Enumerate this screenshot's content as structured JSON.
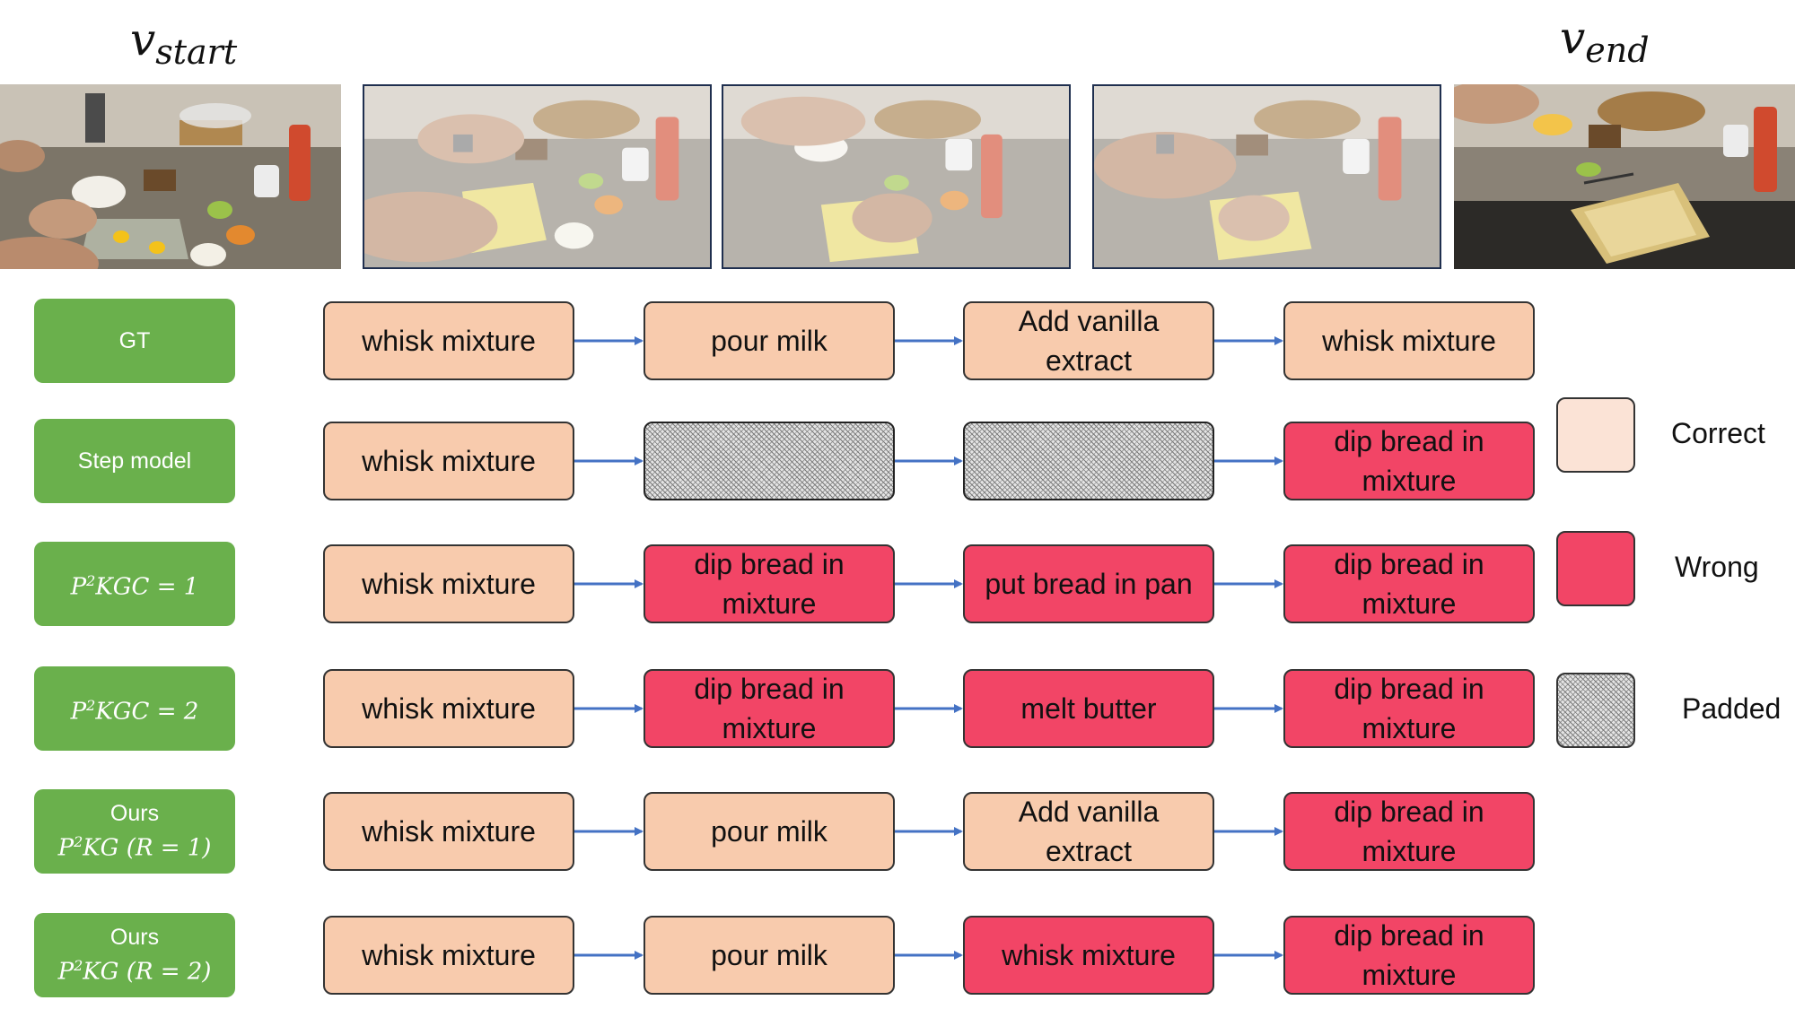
{
  "header": {
    "v_start": {
      "base": "v",
      "sub": "start"
    },
    "v_end": {
      "base": "v",
      "sub": "end"
    }
  },
  "frames": [
    {
      "name": "start-frame",
      "description": "kitchen counter, hands cracking eggs"
    },
    {
      "name": "step-frame-1",
      "description": "hands over baking dish"
    },
    {
      "name": "step-frame-2",
      "description": "hands over baking dish"
    },
    {
      "name": "step-frame-3",
      "description": "hands over baking dish"
    },
    {
      "name": "end-frame",
      "description": "dish with egg mixture"
    }
  ],
  "rows": [
    {
      "id": "gt",
      "label_lines": [
        "GT"
      ],
      "math": null,
      "steps": [
        {
          "text": "whisk mixture",
          "status": "correct"
        },
        {
          "text": "pour milk",
          "status": "correct"
        },
        {
          "text": "Add vanilla extract",
          "status": "correct"
        },
        {
          "text": "whisk mixture",
          "status": "correct"
        }
      ]
    },
    {
      "id": "step-model",
      "label_lines": [
        "Step model"
      ],
      "math": null,
      "steps": [
        {
          "text": "whisk mixture",
          "status": "correct"
        },
        {
          "text": "",
          "status": "padded"
        },
        {
          "text": "",
          "status": "padded"
        },
        {
          "text": "dip bread in mixture",
          "status": "wrong"
        }
      ]
    },
    {
      "id": "p2kgc-1",
      "label_lines": [],
      "math": {
        "base": "P",
        "sup": "2",
        "rest": "KGC = 1"
      },
      "steps": [
        {
          "text": "whisk mixture",
          "status": "correct"
        },
        {
          "text": "dip bread in mixture",
          "status": "wrong"
        },
        {
          "text": "put bread in pan",
          "status": "wrong"
        },
        {
          "text": "dip bread in mixture",
          "status": "wrong"
        }
      ]
    },
    {
      "id": "p2kgc-2",
      "label_lines": [],
      "math": {
        "base": "P",
        "sup": "2",
        "rest": "KGC = 2"
      },
      "steps": [
        {
          "text": "whisk mixture",
          "status": "correct"
        },
        {
          "text": "dip bread in mixture",
          "status": "wrong"
        },
        {
          "text": "melt butter",
          "status": "wrong"
        },
        {
          "text": "dip bread in mixture",
          "status": "wrong"
        }
      ]
    },
    {
      "id": "ours-r1",
      "label_lines": [
        "Ours"
      ],
      "math": {
        "base": "P",
        "sup": "2",
        "rest": "KG (R = 1)"
      },
      "steps": [
        {
          "text": "whisk mixture",
          "status": "correct"
        },
        {
          "text": "pour milk",
          "status": "correct"
        },
        {
          "text": "Add vanilla extract",
          "status": "correct"
        },
        {
          "text": "dip bread in mixture",
          "status": "wrong"
        }
      ]
    },
    {
      "id": "ours-r2",
      "label_lines": [
        "Ours"
      ],
      "math": {
        "base": "P",
        "sup": "2",
        "rest": "KG (R = 2)"
      },
      "steps": [
        {
          "text": "whisk mixture",
          "status": "correct"
        },
        {
          "text": "pour milk",
          "status": "correct"
        },
        {
          "text": "whisk mixture",
          "status": "wrong"
        },
        {
          "text": "dip bread in mixture",
          "status": "wrong"
        }
      ]
    }
  ],
  "legend": [
    {
      "status": "correct",
      "label": "Correct"
    },
    {
      "status": "wrong",
      "label": "Wrong"
    },
    {
      "status": "padded",
      "label": "Padded"
    }
  ],
  "colors": {
    "label_bg": "#6ab04c",
    "correct": "#f8cbad",
    "correct_legend": "#fbe3d6",
    "wrong": "#f24566",
    "arrow": "#4472c4"
  }
}
